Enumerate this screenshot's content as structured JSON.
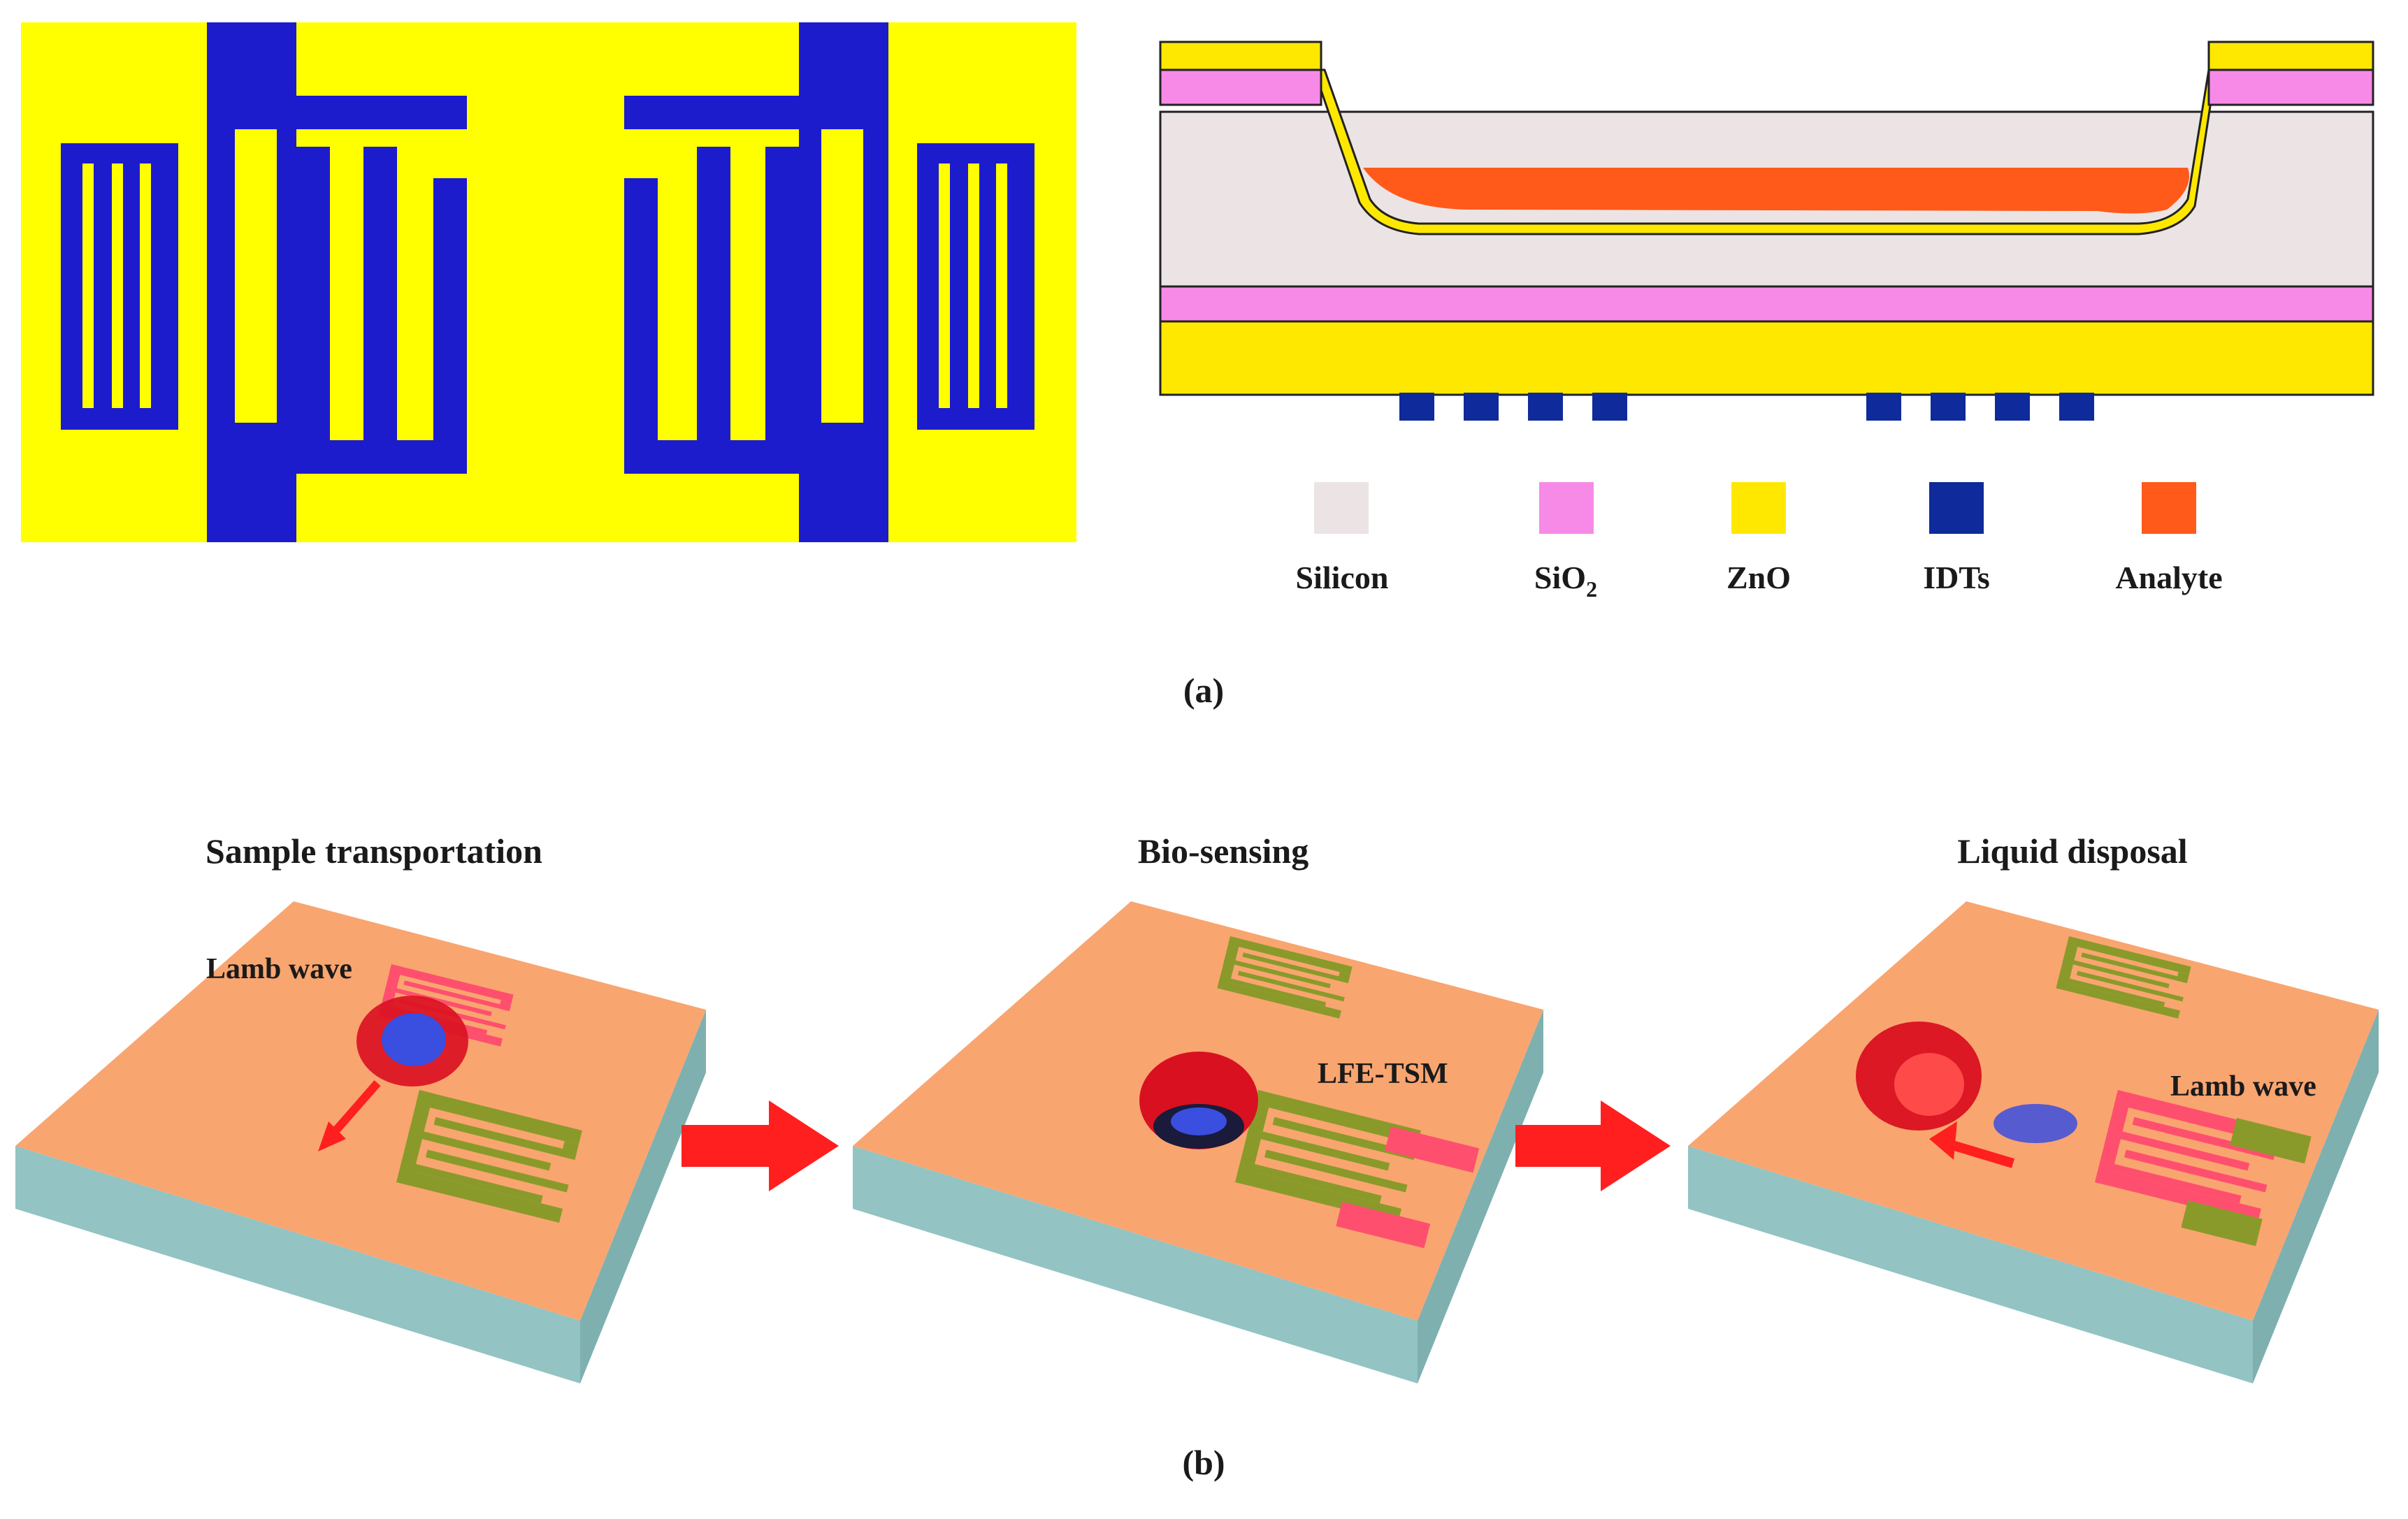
{
  "panel_a": {
    "caption": "(a)",
    "legend": [
      {
        "key": "silicon",
        "label": "Silicon",
        "color": "#ece4e4"
      },
      {
        "key": "sio2",
        "label": "SiO",
        "subscript": "2",
        "color": "#f78ae6"
      },
      {
        "key": "zno",
        "label": "ZnO",
        "color": "#ffe800"
      },
      {
        "key": "idts",
        "label": "IDTs",
        "color": "#0f2a9a"
      },
      {
        "key": "analyte",
        "label": "Analyte",
        "color": "#ff5a1a"
      }
    ],
    "electrode_colors": {
      "substrate": "#ffff00",
      "electrode": "#1c1ccc"
    }
  },
  "panel_b": {
    "caption": "(b)",
    "stages": [
      {
        "title": "Sample transportation",
        "callout": "Lamb wave"
      },
      {
        "title": "Bio-sensing",
        "callout": "LFE-TSM"
      },
      {
        "title": "Liquid disposal",
        "callout": "Lamb wave"
      }
    ],
    "colors": {
      "chip_top": "#f9a570",
      "chip_side": "#93c3c3",
      "idt_inactive": "#8a9a2a",
      "idt_active": "#ff4f6e",
      "droplet": "#d91020",
      "particles": "#3a4ee0",
      "arrow": "#ff1f1f"
    }
  }
}
